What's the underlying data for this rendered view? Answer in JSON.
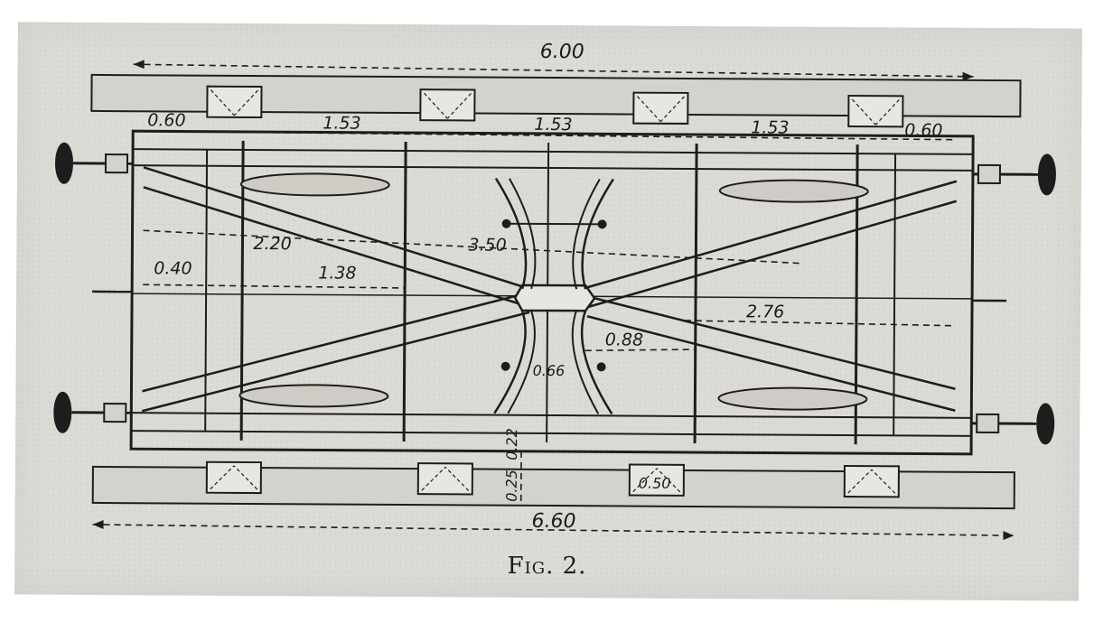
{
  "figure": {
    "caption": "Fig. 2.",
    "dimensions": {
      "overall_top": "6.00",
      "overall_bottom": "6.60",
      "end_left": "0.60",
      "bay_1": "1.53",
      "bay_2": "1.53",
      "bay_3": "1.53",
      "end_right": "0.60",
      "diag_left": "2.20",
      "center_span": "3.50",
      "left_offset": "0.40",
      "left_inner": "1.38",
      "right_inner": "2.76",
      "center_right": "0.88",
      "center_small": "0.66",
      "bottom_a": "0.22",
      "bottom_b": "0.25",
      "plate_label": "0.50"
    }
  }
}
